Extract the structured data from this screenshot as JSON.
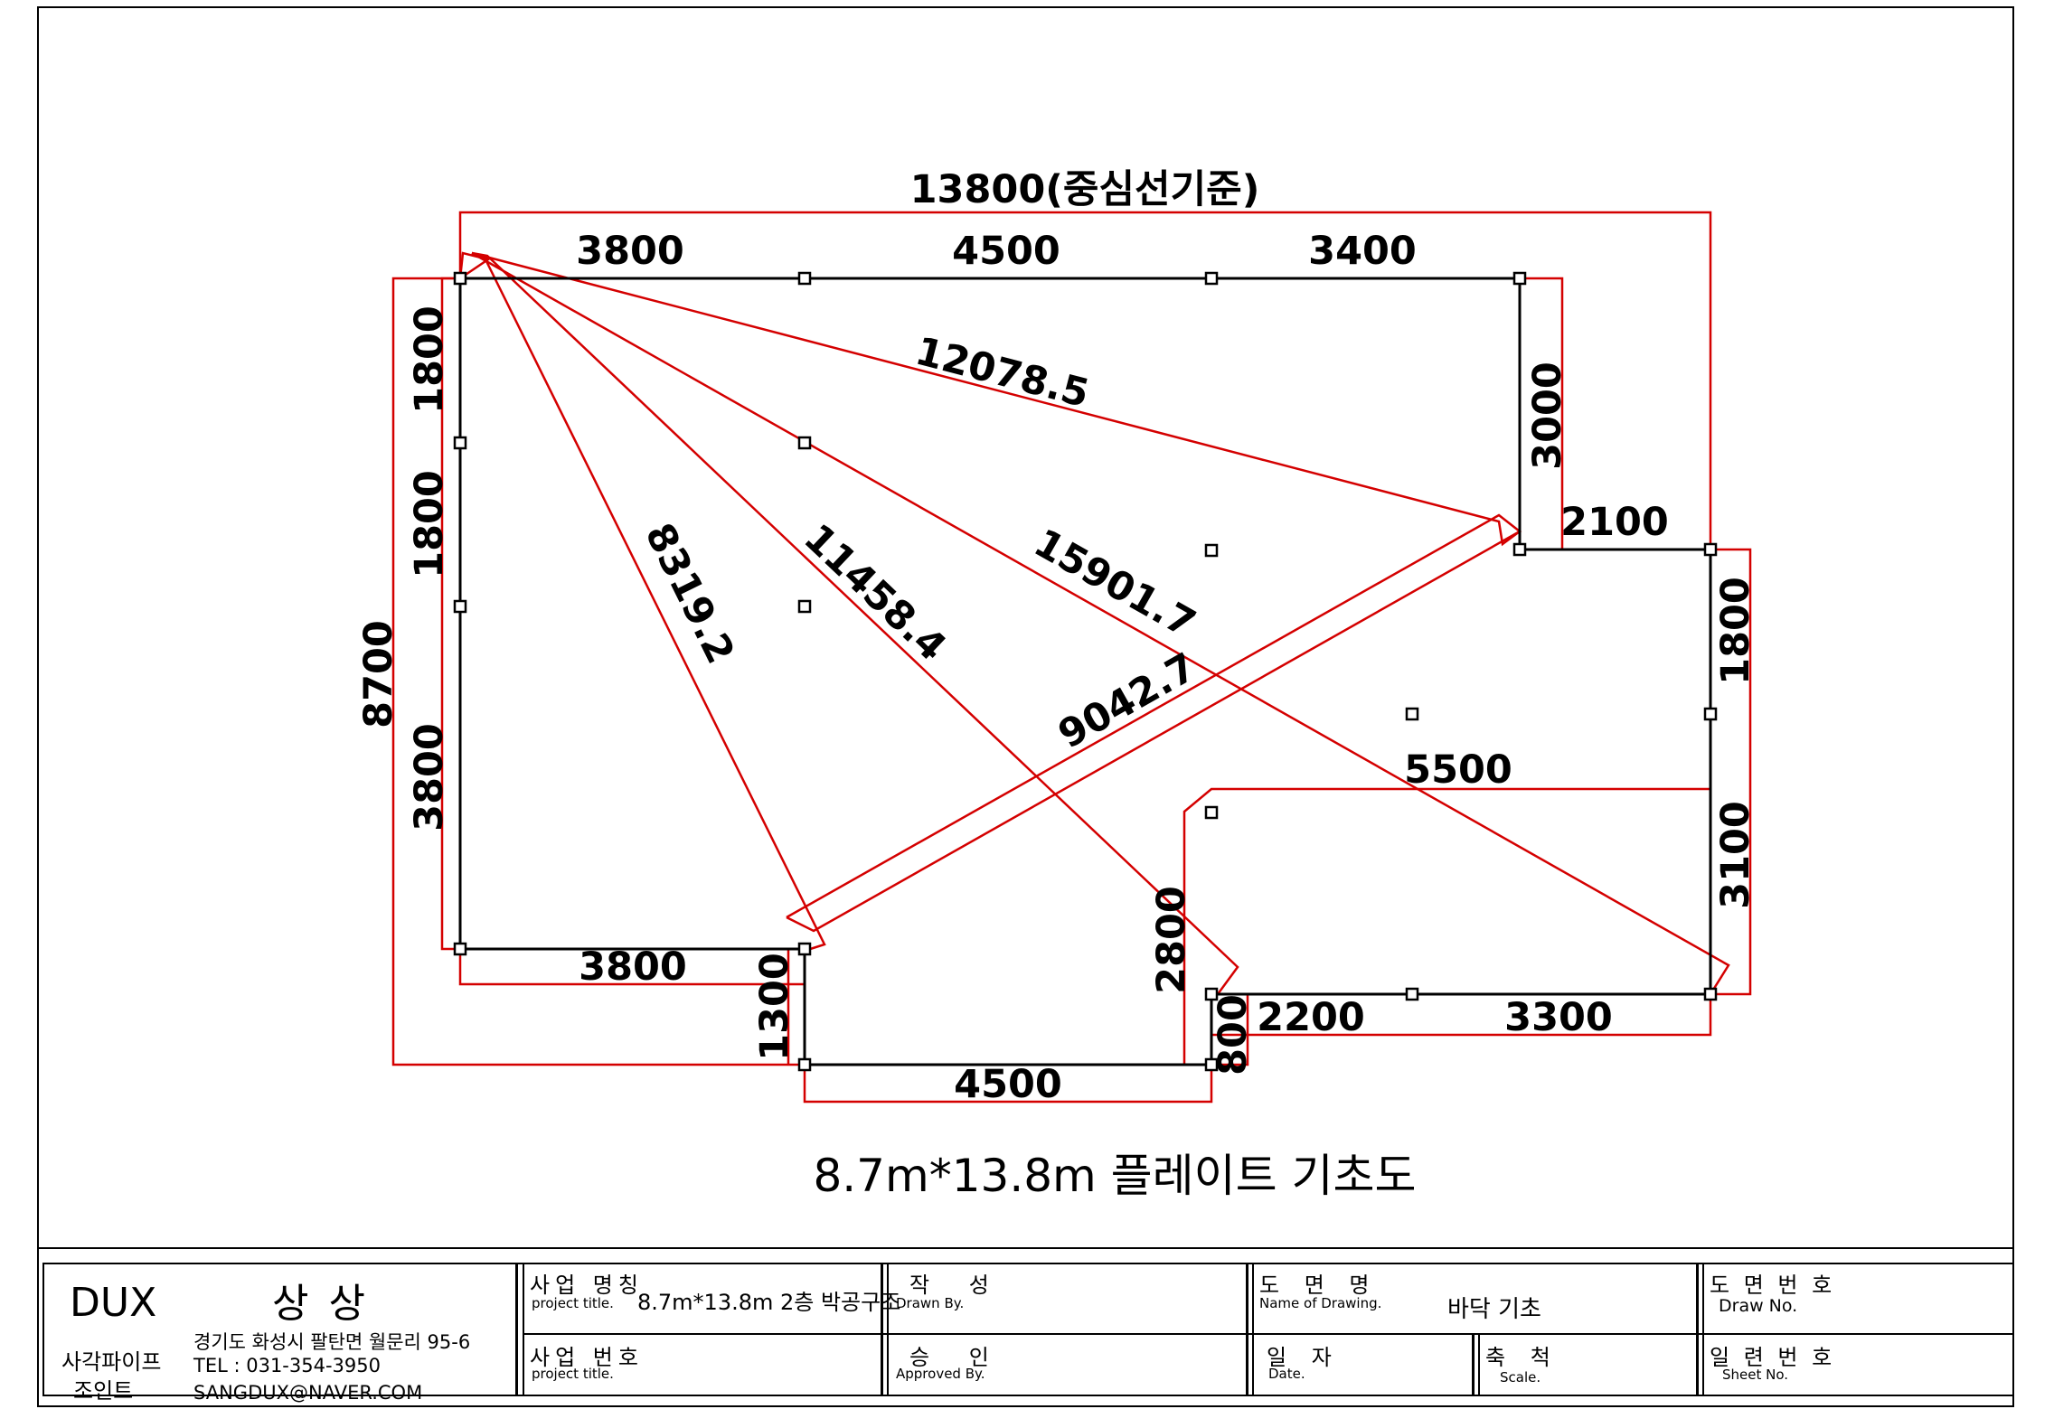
{
  "drawing": {
    "dimensions": {
      "overall_top": "13800(중심선기준)",
      "top_1": "3800",
      "top_2": "4500",
      "top_3": "3400",
      "overall_left": "8700",
      "left_1": "1800",
      "left_2": "1800",
      "left_3": "3800",
      "right_upper": "3000",
      "step_right": "2100",
      "right_1": "1800",
      "right_2": "3100",
      "bottom_left": "3800",
      "notch_depth": "1300",
      "notch_width": "4500",
      "inner_height": "2800",
      "inner_width": "5500",
      "small_step": "800",
      "bottom_r1": "2200",
      "bottom_r2": "3300",
      "diag_1": "12078.5",
      "diag_2": "8319.2",
      "diag_3": "11458.4",
      "diag_4": "15901.7",
      "diag_5": "9042.7"
    },
    "subtitle": "8.7m*13.8m 플레이트 기초도",
    "colors": {
      "outline": "#000000",
      "dimension_lines": "#d40000"
    }
  },
  "title_block": {
    "company": {
      "logo": "DUX",
      "name": "상 상",
      "sub_1": "사각파이프",
      "sub_2": "조인트",
      "address": "경기도 화성시 팔탄면 월문리 95-6",
      "tel": "TEL : 031-354-3950",
      "email": "SANGDUX@NAVER.COM"
    },
    "project_name_label": "사업 명칭",
    "project_name_en": "project title.",
    "project_name_value": "8.7m*13.8m 2층 박공구조",
    "project_no_label": "사업 번호",
    "project_no_en": "project title.",
    "drawn_label": "작 성",
    "drawn_en": "Drawn By.",
    "approved_label": "승 인",
    "approved_en": "Approved By.",
    "drawing_name_label": "도 면 명",
    "drawing_name_en": "Name of Drawing.",
    "drawing_name_value": "바닥 기초",
    "date_label": "일 자",
    "date_en": "Date.",
    "scale_label": "축 척",
    "scale_en": "Scale.",
    "draw_no_label": "도 면 번 호",
    "draw_no_en": "Draw No.",
    "sheet_no_label": "일 련 번 호",
    "sheet_no_en": "Sheet No."
  }
}
